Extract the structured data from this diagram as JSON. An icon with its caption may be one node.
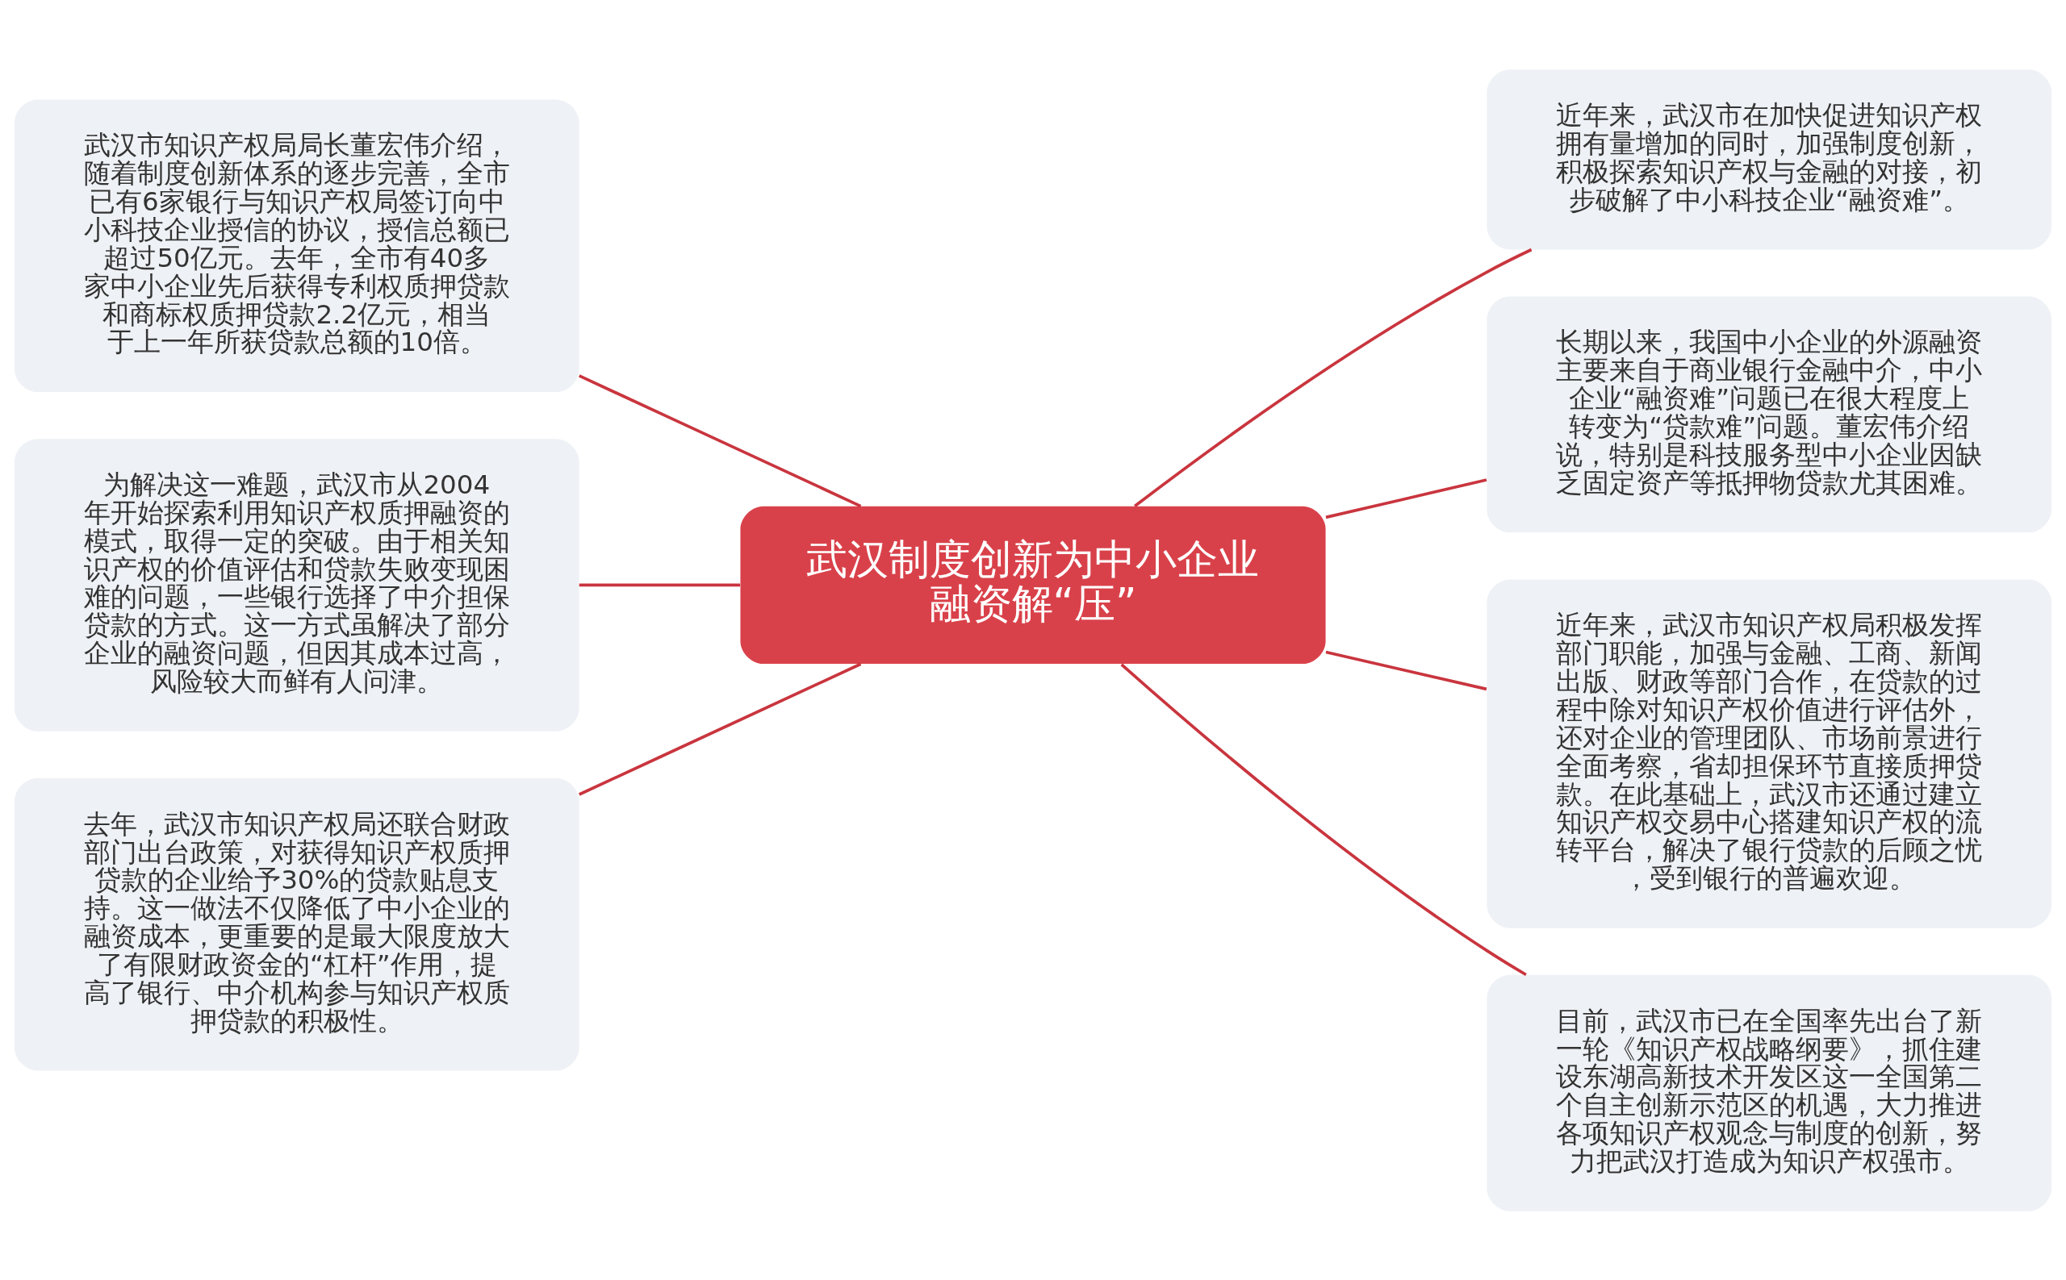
{
  "diagram": {
    "nodes": [
      {
        "text": [
          "武汉制度创新为中小企业融资解“压”"
        ]
      },
      {
        "text": [
          "近年来，武汉市在加快促进知识产权拥有量增加的同时，加强制度创新，积极探索知识产权与金融的对接，初步破解了中小科技企业“融资难”。"
        ]
      },
      {
        "text": [
          "长期以来，我国中小企业的外源融资主要来自于商业银行金融中介，中小企业“融资难”问题已在很大程度上转变为“贷款难”问题。董宏伟介绍说，特别是科技服务型中小企业因缺乏固定资产等抵押物贷款尤其困难。"
        ]
      },
      {
        "text": [
          "近年来，武汉市知识产权局积极发挥部门职能，加强与金融、工商、新闻出版、财政等部门合作，在贷款的过程中除对知识产权价值进行评估外，还对企业的管理团队、市场前景进行全面考察，省却担保环节直接质押贷款。在此基础上，武汉市还通过建立知识产权交易中心搭建知识产权的流转平台，解决了银行贷款的后顾之忧，受到银行的普遍欢迎。"
        ]
      },
      {
        "text": [
          "目前，武汉市已在全国率先出台了新一轮《知识产权战略纲要》，抓住建设东湖高新技术开发区这一全国第二个自主创新示范区的机遇，大力推进各项知识产权观念与制度的创新，努力把武汉打造成为知识产权强市。"
        ]
      },
      {
        "text": [
          "武汉市知识产权局局长董宏伟介绍，随着制度创新体系的逐步完善，全市已有6家银行与知识产权局签订向中小科技企业授信的协议，授信总额已超过50亿元。去年，全市有40多家中小企业先后获得专利权质押贷款和商标权质押贷款2.2亿元，相当于上一年所获贷款总额的10倍。"
        ]
      },
      {
        "text": [
          "为解决这一难题，武汉市从2004年开始探索利用知识产权质押融资的模式，取得一定的突破。由于相关知识产权的价值评估和贷款失败变现困难的问题，一些银行选择了中介担保贷款的方式。这一方式虽解决了部分企业的融资问题，但因其成本过高，风险较大而鲜有人问津。"
        ]
      },
      {
        "text": [
          "去年，武汉市知识产权局还联合财政部门出台政策，对获得知识产权质押贷款的企业给予30%的贷款贴息支持。这一做法不仅降低了中小企业的融资成本，更重要的是最大限度放大了有限财政资金的“杠杆”作用，提高了银行、中介机构参与知识产权质押贷款的积极性。"
        ]
      }
    ],
    "edges": [
      {
        "from": 0,
        "to": 1,
        "arrow": "none"
      },
      {
        "from": 0,
        "to": 2,
        "arrow": "none"
      },
      {
        "from": 0,
        "to": 3,
        "arrow": "none"
      },
      {
        "from": 0,
        "to": 4,
        "arrow": "none"
      },
      {
        "from": 0,
        "to": 5,
        "arrow": "none"
      },
      {
        "from": 0,
        "to": 6,
        "arrow": "none"
      },
      {
        "from": 0,
        "to": 7,
        "arrow": "none"
      }
    ]
  }
}
